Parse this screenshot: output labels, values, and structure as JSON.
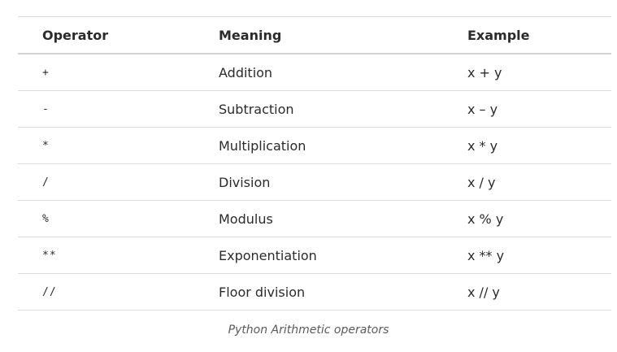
{
  "table": {
    "headers": [
      "Operator",
      "Meaning",
      "Example"
    ],
    "rows": [
      {
        "operator": "+",
        "meaning": "Addition",
        "example": "x + y"
      },
      {
        "operator": "-",
        "meaning": "Subtraction",
        "example": "x – y"
      },
      {
        "operator": "*",
        "meaning": "Multiplication",
        "example": "x * y"
      },
      {
        "operator": "/",
        "meaning": "Division",
        "example": "x / y"
      },
      {
        "operator": "%",
        "meaning": "Modulus",
        "example": "x % y"
      },
      {
        "operator": "**",
        "meaning": "Exponentiation",
        "example": "x ** y"
      },
      {
        "operator": "//",
        "meaning": "Floor division",
        "example": "x // y"
      }
    ]
  },
  "caption": "Python Arithmetic operators"
}
